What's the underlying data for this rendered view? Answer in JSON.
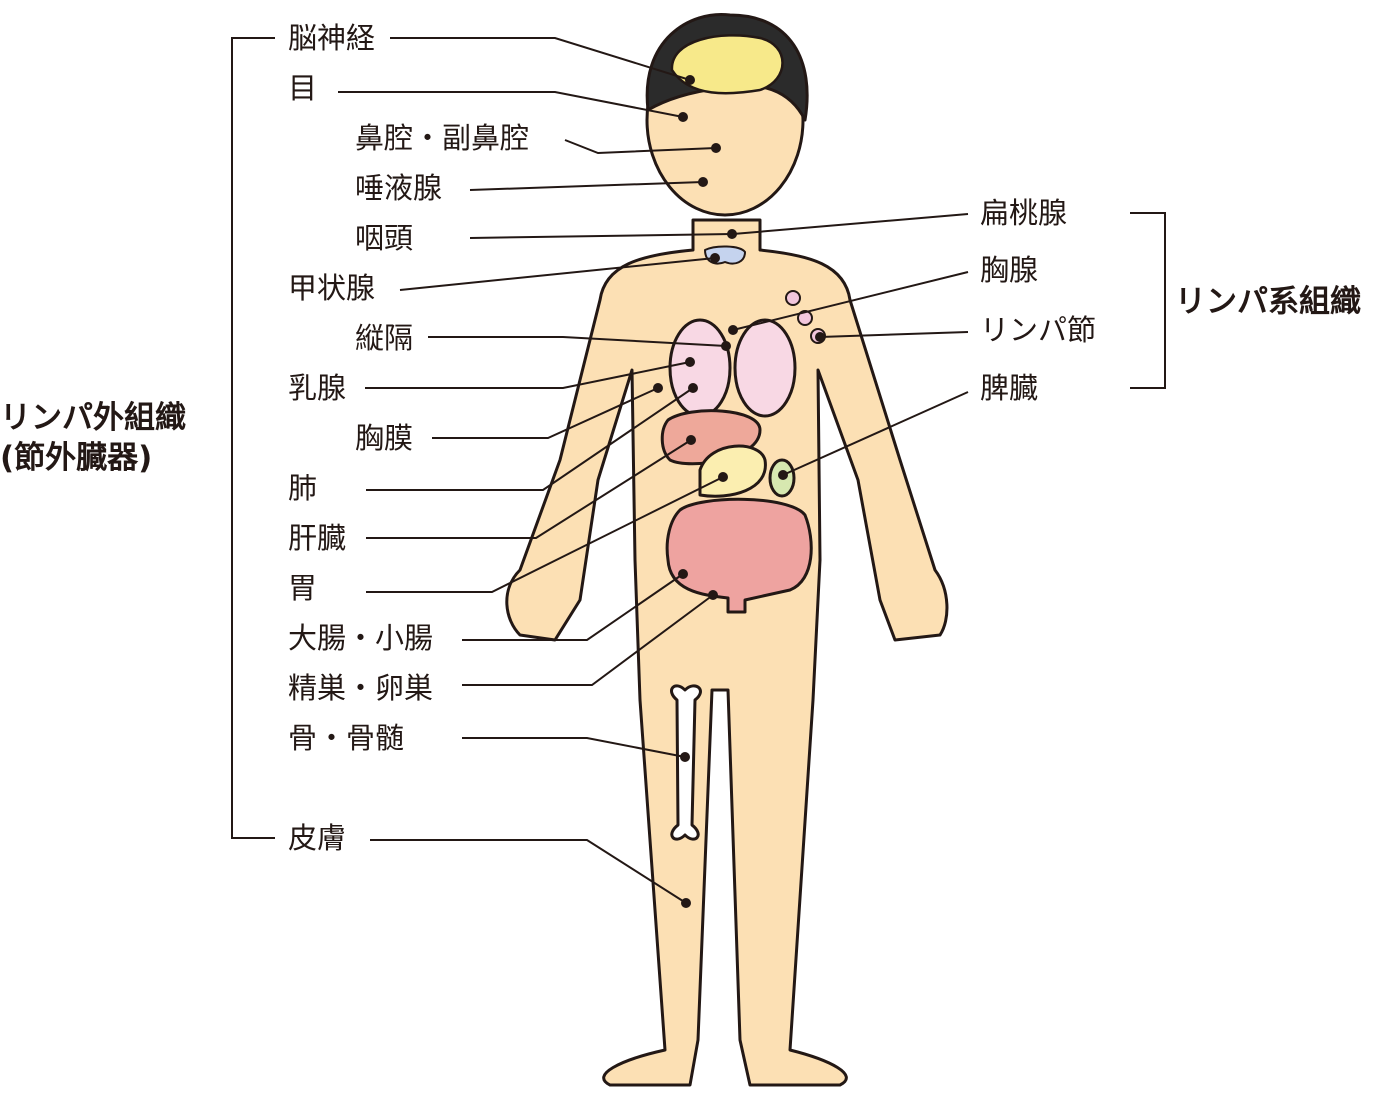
{
  "groups": {
    "extranodal": {
      "title": "リンパ外組織",
      "subtitle": "(節外臓器)"
    },
    "lymphatic": {
      "title": "リンパ系組織"
    }
  },
  "left_labels": [
    "脳神経",
    "目",
    "鼻腔・副鼻腔",
    "唾液腺",
    "咽頭",
    "甲状腺",
    "縦隔",
    "乳腺",
    "胸膜",
    "肺",
    "肝臓",
    "胃",
    "大腸・小腸",
    "精巣・卵巣",
    "骨・骨髄",
    "皮膚"
  ],
  "right_labels": [
    "扁桃腺",
    "胸腺",
    "リンパ節",
    "脾臓"
  ],
  "colors": {
    "skin": "#fce0b4",
    "hair": "#2b2b2b",
    "brain": "#f7e98a",
    "lung": "#f8d8e4",
    "liver": "#eea89a",
    "stomach": "#fbeeb0",
    "intestine": "#eea3a0",
    "spleen": "#d7e8b0",
    "thyroid": "#c5d3ee",
    "node": "#f2c6dc",
    "line": "#231815"
  }
}
